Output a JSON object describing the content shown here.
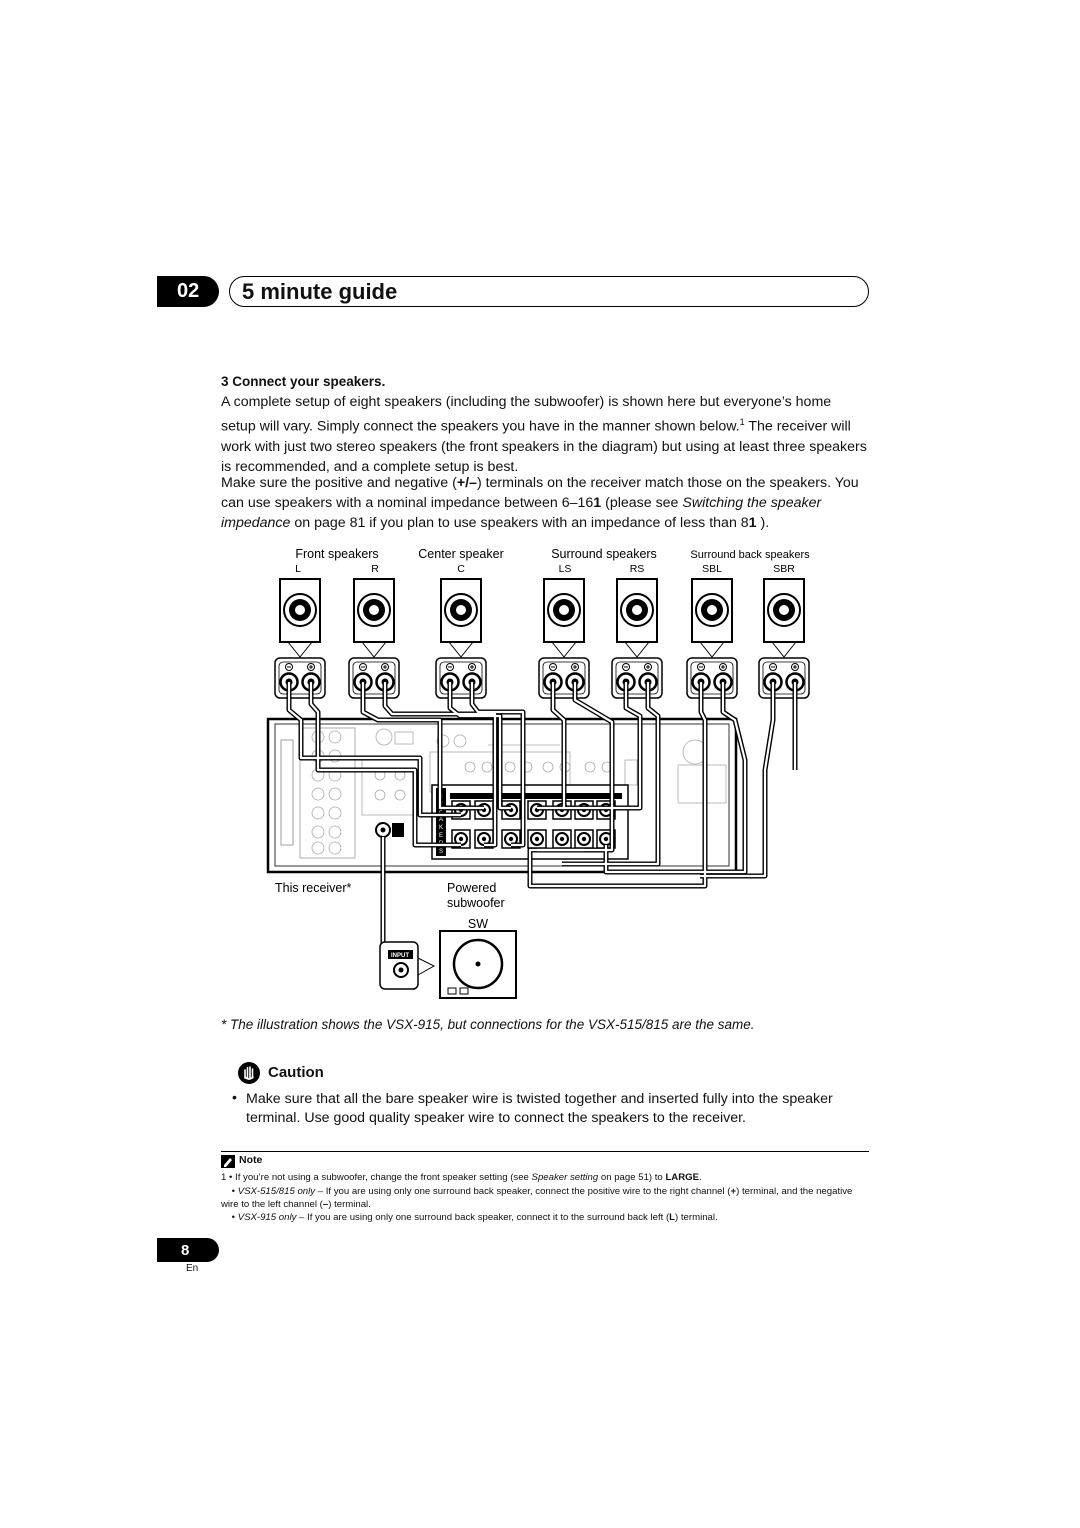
{
  "header": {
    "chapter_number": "02",
    "chapter_title": "5 minute guide"
  },
  "section": {
    "step_heading": "3   Connect your speakers.",
    "para1_a": "A complete setup of eight speakers (including the subwoofer) is shown here but everyone’s home setup will vary. Simply connect the speakers you have in the manner shown below.",
    "para1_sup": "1",
    "para1_b": " The receiver will work with just two stereo speakers (the front speakers in the diagram) but using at least three speakers is recommended, and a complete setup is best.",
    "para2_a": "Make sure the positive and negative (",
    "para2_bold": "+/–",
    "para2_b": ") terminals on the receiver match those on the speakers. You can use speakers with a nominal impedance between 6–16",
    "para2_ohm1": "1",
    "para2_c": "  (please see ",
    "para2_link1": "Switching the speaker impedance",
    "para2_d": " on page 81 if you plan to use speakers with an impedance of less than 8",
    "para2_ohm2": "1",
    "para2_e": " )."
  },
  "diagram": {
    "front_label": "Front speakers",
    "center_label": "Center speaker",
    "surround_label": "Surround speakers",
    "surround_back_label": "Surround back speakers",
    "ch_l": "L",
    "ch_r": "R",
    "ch_c": "C",
    "ch_ls": "LS",
    "ch_rs": "RS",
    "ch_sbl": "SBL",
    "ch_sbr": "SBR",
    "receiver_label": "This receiver*",
    "sub_label_1": "Powered",
    "sub_label_2": "subwoofer",
    "sub_ch": "SW",
    "input_label": "INPUT",
    "speakers_vertical": "SPEAKERS"
  },
  "illustration_note": "* The illustration shows the VSX-915, but connections for the VSX-515/815 are the same.",
  "caution": {
    "heading": "Caution",
    "bullet": "•",
    "text": "Make sure that all the bare speaker wire is twisted together and inserted fully into the speaker terminal. Use good quality speaker wire to connect the speakers to the receiver."
  },
  "note": {
    "heading": "Note",
    "n1_a": "1  •  If you’re not using a subwoofer, change the front speaker setting (see ",
    "n1_italic": "Speaker setting",
    "n1_b": " on page 51) to ",
    "n1_bold": "LARGE",
    "n1_c": ".",
    "n2_a": "•  ",
    "n2_italic": "VSX-515/815 only",
    "n2_b": " – If you are using only one surround back speaker, connect the positive wire to the right channel (",
    "n2_bold1": "+",
    "n2_c": ") terminal, and the negative wire to the left channel (",
    "n2_bold2": "–",
    "n2_d": ") terminal.",
    "n3_a": "•  ",
    "n3_italic": "VSX-915 only",
    "n3_b": " – If you are using only one surround back speaker, connect it to the surround back left (",
    "n3_bold": "L",
    "n3_c": ") terminal."
  },
  "footer": {
    "page_number": "8",
    "language": "En"
  }
}
